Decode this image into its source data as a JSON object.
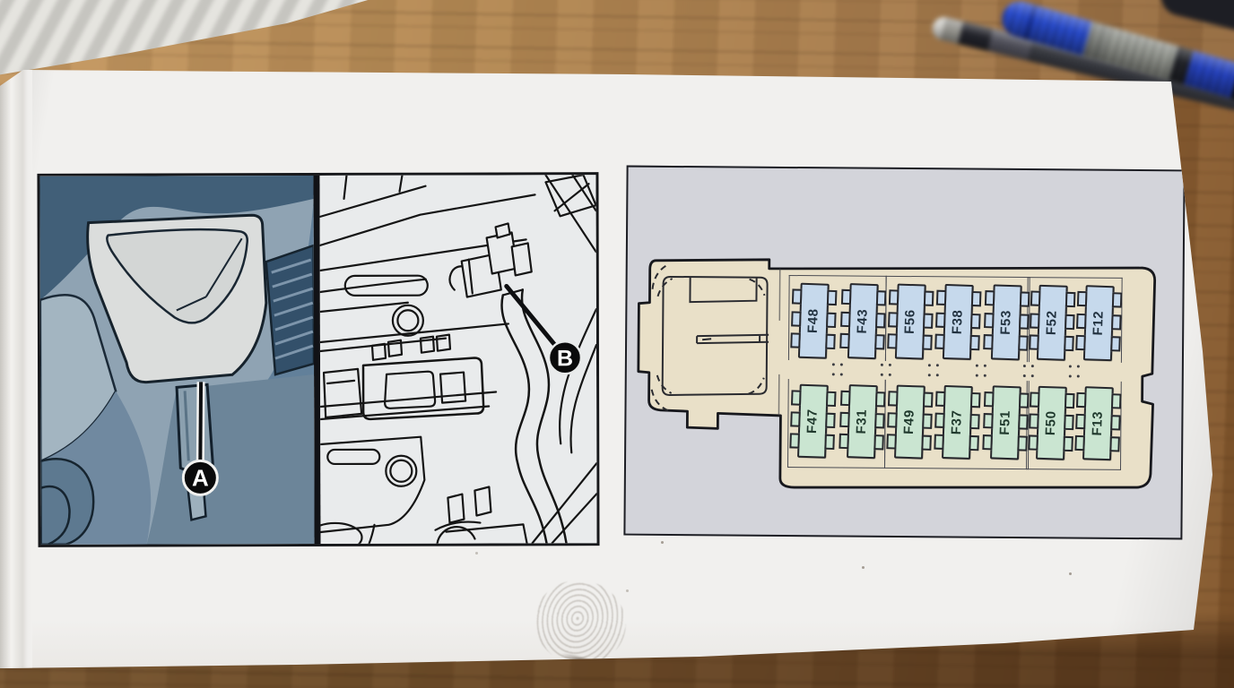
{
  "callouts": {
    "a": "A",
    "b": "B"
  },
  "fusebox": {
    "frame_background": "#d3d4da",
    "body_color": "#e9e0c8",
    "outline_color": "#17181d",
    "rows": [
      {
        "name": "top",
        "fuse_color": "#c6d9ec",
        "label_color": "#223240",
        "fuses": [
          "F48",
          "F43",
          "F56",
          "F38",
          "F53",
          "F52",
          "F12"
        ],
        "groups": [
          2,
          3,
          2
        ]
      },
      {
        "name": "bottom",
        "fuse_color": "#cae5d1",
        "label_color": "#20392d",
        "fuses": [
          "F47",
          "F31",
          "F49",
          "F37",
          "F51",
          "F50",
          "F13"
        ],
        "groups": [
          2,
          3,
          2
        ]
      }
    ]
  },
  "scene_colors": {
    "paper": "#f1f0ee",
    "table_wood": "#a87a43",
    "pen_blue": "#2a4ed4",
    "illustration_blue": "#7089a0"
  }
}
